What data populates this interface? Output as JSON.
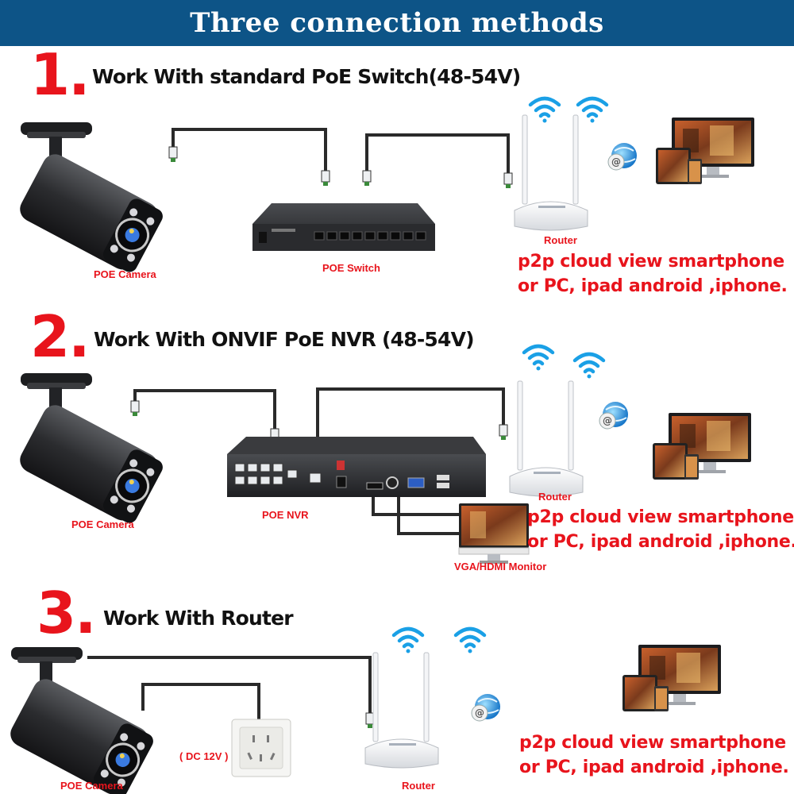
{
  "banner": {
    "title": "Three connection methods"
  },
  "colors": {
    "banner_bg": "#0d5487",
    "accent": "#e8141c",
    "wifi": "#1aa0e6"
  },
  "sections": [
    {
      "number": "1.",
      "title": "Work With standard PoE Switch(48-54V)",
      "labels": {
        "camera": "POE Camera",
        "switch": "POE Switch",
        "router": "Router"
      },
      "p2p": [
        "p2p cloud  view smartphone",
        "or PC, ipad android ,iphone."
      ]
    },
    {
      "number": "2.",
      "title": "Work With ONVIF PoE NVR (48-54V)",
      "labels": {
        "camera": "POE Camera",
        "nvr": "POE NVR",
        "router": "Router",
        "monitor": "VGA/HDMI Monitor"
      },
      "p2p": [
        "p2p cloud view smartphone",
        "or PC, ipad android ,iphone."
      ]
    },
    {
      "number": "3.",
      "title": "Work With Router",
      "labels": {
        "camera": "POE Camera",
        "dc": "( DC 12V )",
        "router": "Router"
      },
      "p2p": [
        "p2p cloud view smartphone",
        "or PC, ipad android ,iphone."
      ]
    }
  ],
  "icons": [
    "camera-icon",
    "poe-switch-icon",
    "nvr-icon",
    "router-icon",
    "wifi-icon",
    "email-globe-icon",
    "devices-icon",
    "monitor-icon",
    "wall-socket-icon",
    "rj45-plug-icon"
  ]
}
